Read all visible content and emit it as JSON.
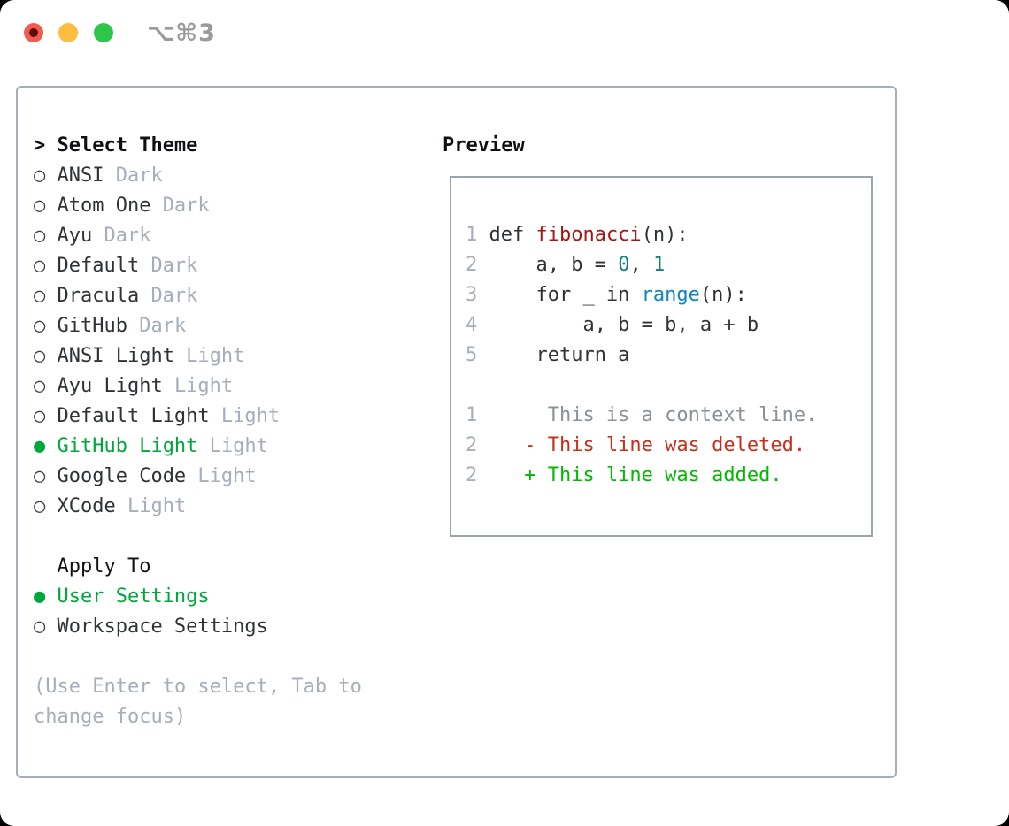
{
  "window": {
    "title": "⌥⌘3"
  },
  "theme_picker": {
    "header_marker": ">",
    "header": "Select Theme",
    "items": [
      {
        "marker": "○",
        "name": "ANSI",
        "variant": "Dark",
        "selected": false
      },
      {
        "marker": "○",
        "name": "Atom One",
        "variant": "Dark",
        "selected": false
      },
      {
        "marker": "○",
        "name": "Ayu",
        "variant": "Dark",
        "selected": false
      },
      {
        "marker": "○",
        "name": "Default",
        "variant": "Dark",
        "selected": false
      },
      {
        "marker": "○",
        "name": "Dracula",
        "variant": "Dark",
        "selected": false
      },
      {
        "marker": "○",
        "name": "GitHub",
        "variant": "Dark",
        "selected": false
      },
      {
        "marker": "○",
        "name": "ANSI Light",
        "variant": "Light",
        "selected": false
      },
      {
        "marker": "○",
        "name": "Ayu Light",
        "variant": "Light",
        "selected": false
      },
      {
        "marker": "○",
        "name": "Default Light",
        "variant": "Light",
        "selected": false
      },
      {
        "marker": "●",
        "name": "GitHub Light",
        "variant": "Light",
        "selected": true
      },
      {
        "marker": "○",
        "name": "Google Code",
        "variant": "Light",
        "selected": false
      },
      {
        "marker": "○",
        "name": "XCode",
        "variant": "Light",
        "selected": false
      }
    ]
  },
  "apply_to": {
    "header": "Apply To",
    "options": [
      {
        "marker": "●",
        "label": "User Settings",
        "selected": true
      },
      {
        "marker": "○",
        "label": "Workspace Settings",
        "selected": false
      }
    ]
  },
  "hint": "(Use Enter to select, Tab to change focus)",
  "preview": {
    "header": "Preview",
    "lines": [
      {
        "num": "1",
        "segs": [
          {
            "text": "def ",
            "color": "default"
          },
          {
            "text": "fibonacci",
            "color": "function-red"
          },
          {
            "text": "(n):",
            "color": "default"
          }
        ]
      },
      {
        "num": "2",
        "segs": [
          {
            "text": "    a, b = ",
            "color": "default"
          },
          {
            "text": "0",
            "color": "number-teal"
          },
          {
            "text": ", ",
            "color": "default"
          },
          {
            "text": "1",
            "color": "number-teal"
          }
        ]
      },
      {
        "num": "3",
        "segs": [
          {
            "text": "    for _ in ",
            "color": "default"
          },
          {
            "text": "range",
            "color": "builtin-blue"
          },
          {
            "text": "(n):",
            "color": "default"
          }
        ]
      },
      {
        "num": "4",
        "segs": [
          {
            "text": "        a, b = b, a + b",
            "color": "default"
          }
        ]
      },
      {
        "num": "5",
        "segs": [
          {
            "text": "    return a",
            "color": "default"
          }
        ]
      }
    ],
    "diff_lines": [
      {
        "num": "1",
        "text": "     This is a context line.",
        "kind": "context"
      },
      {
        "num": "2",
        "text": "   - This line was deleted.",
        "kind": "deleted"
      },
      {
        "num": "2",
        "text": "   + This line was added.",
        "kind": "added"
      }
    ]
  },
  "colors": {
    "selection_green": "#00a83c",
    "added_green": "#00ba00",
    "deleted_red": "#c7301b",
    "function_red": "#a81414",
    "number_teal": "#0e8181",
    "builtin_blue": "#0d84c4",
    "muted_gray": "#a6aeba",
    "context_gray": "#8b9199",
    "text_dark": "#2f3338",
    "panel_border": "#a6aeb8",
    "preview_border": "#9ba3ad",
    "traffic_red": "#f35a4f",
    "traffic_yellow": "#fcbd40",
    "traffic_green": "#2ec64a",
    "title_gray": "#9a9a9a"
  }
}
